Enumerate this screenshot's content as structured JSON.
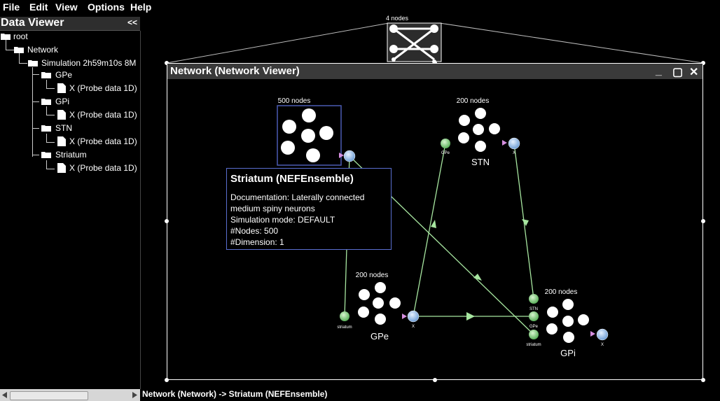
{
  "menubar": {
    "items": [
      {
        "label": "File"
      },
      {
        "label": "Edit"
      },
      {
        "label": "View"
      },
      {
        "label": "Options"
      },
      {
        "label": "Help"
      }
    ]
  },
  "data_viewer": {
    "title": "Data Viewer",
    "collapse": "<<",
    "tree": [
      {
        "label": "root"
      },
      {
        "label": "Network"
      },
      {
        "label": "Simulation 2h59m10s 8M"
      },
      {
        "label": "GPe"
      },
      {
        "label": "X (Probe data 1D)"
      },
      {
        "label": "GPi"
      },
      {
        "label": "X (Probe data 1D)"
      },
      {
        "label": "STN"
      },
      {
        "label": "X (Probe data 1D)"
      },
      {
        "label": "Striatum"
      },
      {
        "label": "X (Probe data 1D)"
      }
    ]
  },
  "statusbar": {
    "text": "Network (Network) -> Striatum (NEFEnsemble)"
  },
  "network_viewer": {
    "title": "Network (Network Viewer)",
    "minimize": "_",
    "maximize": "▢",
    "close": "✕",
    "overview_label": "4 nodes"
  },
  "ensembles": {
    "striatum": {
      "nodes": "500 nodes"
    },
    "stn": {
      "nodes": "200 nodes",
      "name": "STN",
      "origin": "X",
      "term": "GPe"
    },
    "gpe": {
      "nodes": "200 nodes",
      "name": "GPe",
      "origin": "X",
      "term": "striatum"
    },
    "gpi": {
      "nodes": "200 nodes",
      "name": "GPi",
      "origin": "X",
      "term1": "STN",
      "term2": "GPe",
      "term3": "striatum"
    }
  },
  "tooltip": {
    "title": "Striatum (NEFEnsemble)",
    "doc_line1": "Documentation: Laterally connected",
    "doc_line2": "medium spiny neurons",
    "sim_mode": "Simulation mode: DEFAULT",
    "num_nodes": "#Nodes: 500",
    "dimension": "#Dimension: 1"
  },
  "colors": {
    "connection": "#a7e6a0",
    "termination": "#7ccf7c",
    "origin": "#9fc4ec",
    "tooltip_border": "#5a6fd0",
    "titlebar": "#3a3a3a"
  }
}
